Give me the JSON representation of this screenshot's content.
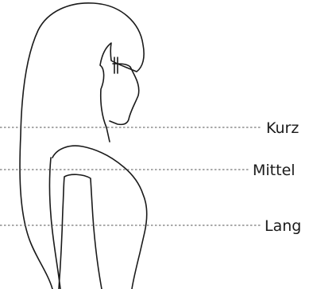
{
  "diagram": {
    "labels": {
      "short": "Kurz",
      "medium": "Mittel",
      "long": "Lang"
    },
    "stroke_color": "#1a1a1a",
    "guide_color": "#555555",
    "background": "#ffffff"
  }
}
